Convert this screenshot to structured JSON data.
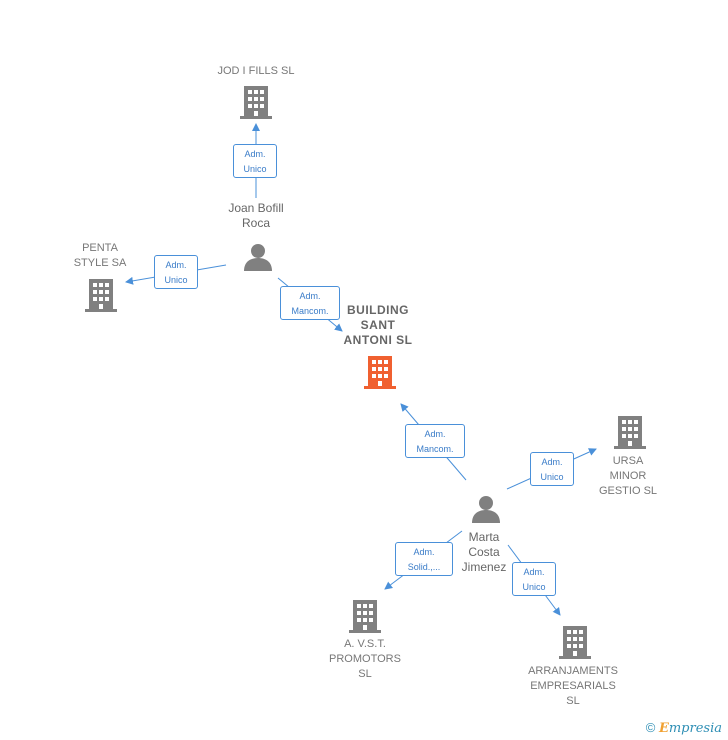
{
  "companies": {
    "jod": {
      "name": "JOD I FILLS SL"
    },
    "penta": {
      "name": "PENTA\nSTYLE SA"
    },
    "building": {
      "name": "BUILDING\nSANT\nANTONI  SL"
    },
    "ursa": {
      "name": "URSA\nMINOR\nGESTIO  SL"
    },
    "avst": {
      "name": "A. V.S.T.\nPROMOTORS\nSL"
    },
    "arranjaments": {
      "name": "ARRANJAMENTS\nEMPRESARIALS\nSL"
    }
  },
  "people": {
    "joan": {
      "name": "Joan Bofill\nRoca"
    },
    "marta": {
      "name": "Marta\nCosta\nJimenez"
    }
  },
  "roles": {
    "joan_jod": "Adm.\nUnico",
    "joan_penta": "Adm.\nUnico",
    "joan_building": "Adm.\nMancom.",
    "marta_building": "Adm.\nMancom.",
    "marta_ursa": "Adm.\nUnico",
    "marta_avst": "Adm.\nSolid.,...",
    "marta_arranjaments": "Adm.\nUnico"
  },
  "colors": {
    "company": "#808080",
    "main_company": "#f06030",
    "person": "#808080",
    "edge": "#4a90d9"
  },
  "footer": {
    "copyright": "©",
    "brand": "mpresia",
    "brand_initial": "E"
  }
}
